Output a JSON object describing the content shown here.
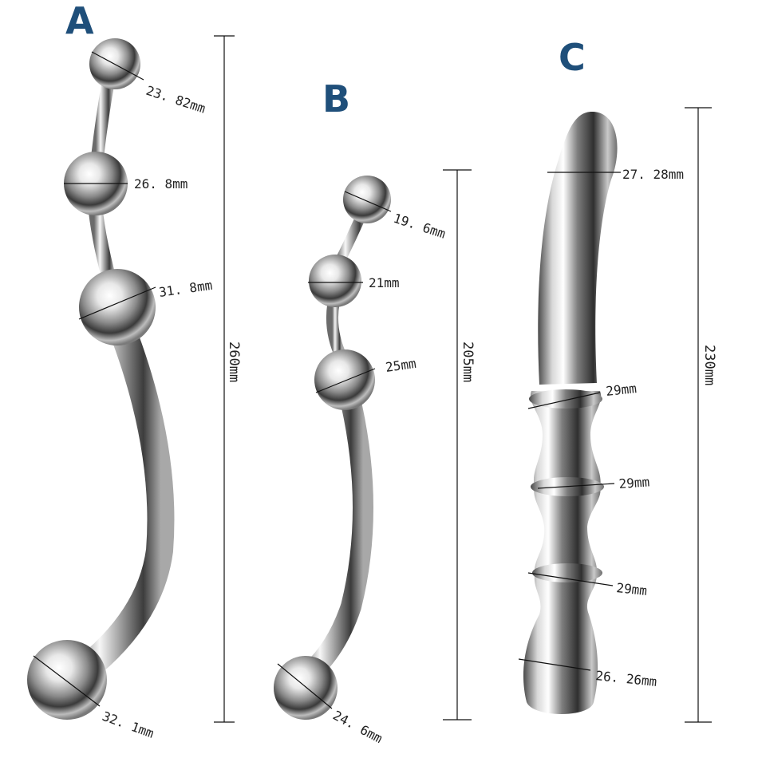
{
  "variants": [
    {
      "letter": "A",
      "length": "260mm",
      "measurements": [
        "23. 82mm",
        "26. 8mm",
        "31. 8mm",
        "32. 1mm"
      ]
    },
    {
      "letter": "B",
      "length": "205mm",
      "measurements": [
        "19. 6mm",
        "21mm",
        "25mm",
        "24. 6mm"
      ]
    },
    {
      "letter": "C",
      "length": "230mm",
      "measurements": [
        "27. 28mm",
        "29mm",
        "29mm",
        "29mm",
        "26. 26mm"
      ]
    }
  ],
  "colors": {
    "letter": "#1f4f7a",
    "metal_dark": "#5a5a5a",
    "metal_light": "#f4f4f4"
  }
}
